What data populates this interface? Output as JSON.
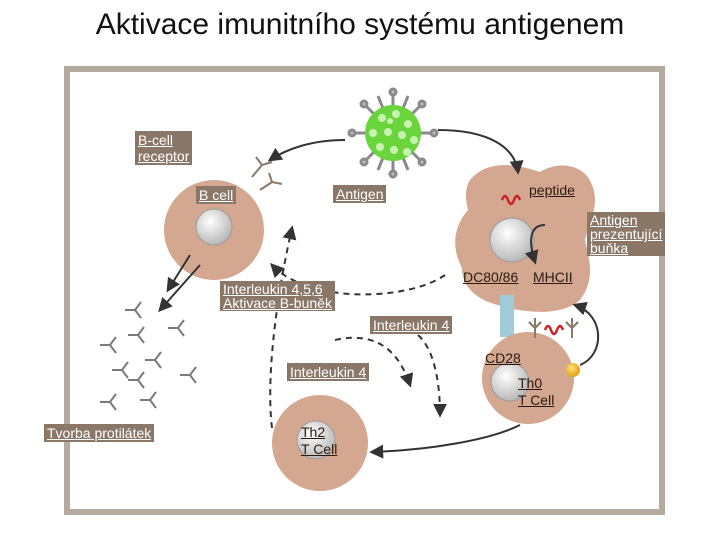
{
  "title": "Aktivace imunitního systému antigenem",
  "labels": {
    "b_cell_receptor": "B-cell\nreceptor",
    "b_cell": "B cell",
    "antigen": "Antigen",
    "peptide": "peptide",
    "apc": "Antigen\nprezentující\nbuňka",
    "dc": "DC80/86",
    "mhc": "MHCII",
    "il456": "Interleukin 4,5,6\nAktivace B-buněk",
    "il4_top": "Interleukin 4",
    "il4_mid": "Interleukin 4",
    "cd28": "CD28",
    "th0": "Th0\nT Cell",
    "th2": "Th2\nT Cell",
    "antibodies": "Tvorba protilátek"
  },
  "colors": {
    "frame": "#b5aa9e",
    "cell": "#d4a890",
    "nucleus": "#d8d8d8",
    "virus": "#6ad43c",
    "label_bg": "#8b7768",
    "arrow": "#333333",
    "peptide": "#cc2222",
    "receptor": "#9fcad8",
    "accessory": "#e8b020"
  }
}
